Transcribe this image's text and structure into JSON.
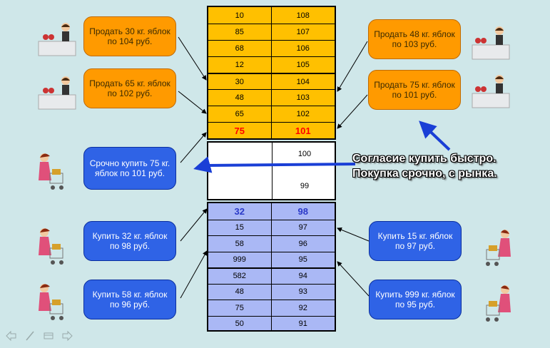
{
  "sell_orders": [
    {
      "qty": "10",
      "price": "108"
    },
    {
      "qty": "85",
      "price": "107"
    },
    {
      "qty": "68",
      "price": "106"
    },
    {
      "qty": "12",
      "price": "105"
    },
    {
      "qty": "30",
      "price": "104"
    },
    {
      "qty": "48",
      "price": "103"
    },
    {
      "qty": "65",
      "price": "102"
    },
    {
      "qty": "75",
      "price": "101"
    }
  ],
  "gap_prices": {
    "upper": "100",
    "lower": "99"
  },
  "buy_orders": [
    {
      "qty": "32",
      "price": "98"
    },
    {
      "qty": "15",
      "price": "97"
    },
    {
      "qty": "58",
      "price": "96"
    },
    {
      "qty": "999",
      "price": "95"
    },
    {
      "qty": "582",
      "price": "94"
    },
    {
      "qty": "48",
      "price": "93"
    },
    {
      "qty": "75",
      "price": "92"
    },
    {
      "qty": "50",
      "price": "91"
    }
  ],
  "bubbles": {
    "sell_30": "Продать 30 кг. яблок по 104 руб.",
    "sell_65": "Продать 65 кг. яблок по 102 руб.",
    "sell_48": "Продать 48 кг. яблок по 103 руб.",
    "sell_75": "Продать 75 кг. яблок по 101 руб.",
    "buy_urgent": "Срочно купить 75 кг. яблок по 101 руб.",
    "buy_32": "Купить 32 кг. яблок по 98 руб.",
    "buy_58": "Купить 58 кг. яблок по 96 руб.",
    "buy_15": "Купить 15 кг. яблок по 97 руб.",
    "buy_999": "Купить 999 кг. яблок по 95 руб."
  },
  "note": {
    "line1": "Согласие купить быстро.",
    "line2": "Покупка срочно, с рынка."
  },
  "colors": {
    "background": "#cfe7e9",
    "sell_book": "#ffc000",
    "buy_book": "#aab8f5",
    "sell_bubble": "#ff9a00",
    "buy_bubble": "#2f63e6",
    "highlight_red": "#ff0000",
    "highlight_blue": "#2a39c8"
  },
  "icons": [
    "seller-icon",
    "buyer-icon",
    "nav-back-icon",
    "nav-pen-icon",
    "nav-menu-icon",
    "nav-forward-icon"
  ]
}
